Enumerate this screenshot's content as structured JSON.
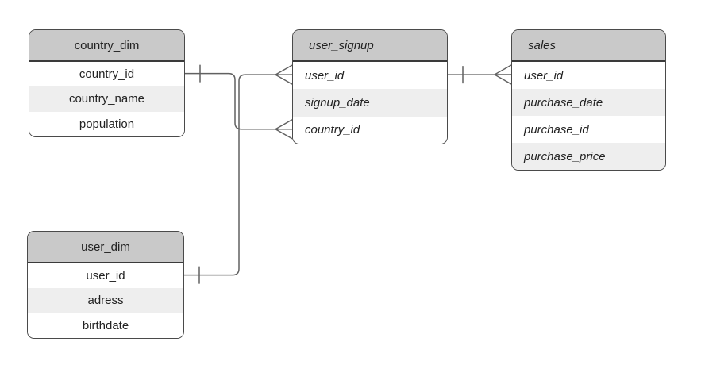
{
  "diagram": {
    "tables": [
      {
        "name": "country_dim",
        "style": "plain",
        "fields": [
          "country_id",
          "country_name",
          "population"
        ]
      },
      {
        "name": "user_dim",
        "style": "plain",
        "fields": [
          "user_id",
          "adress",
          "birthdate"
        ]
      },
      {
        "name": "user_signup",
        "style": "italic",
        "fields": [
          "user_id",
          "signup_date",
          "country_id"
        ]
      },
      {
        "name": "sales",
        "style": "italic",
        "fields": [
          "user_id",
          "purchase_date",
          "purchase_id",
          "purchase_price"
        ]
      }
    ],
    "relationships": [
      {
        "from": {
          "table": "country_dim",
          "field": "country_id",
          "cardinality": "one"
        },
        "to": {
          "table": "user_signup",
          "field": "country_id",
          "cardinality": "many"
        }
      },
      {
        "from": {
          "table": "user_dim",
          "field": "user_id",
          "cardinality": "one"
        },
        "to": {
          "table": "user_signup",
          "field": "user_id",
          "cardinality": "many"
        }
      },
      {
        "from": {
          "table": "user_signup",
          "field": "user_id",
          "cardinality": "one"
        },
        "to": {
          "table": "sales",
          "field": "user_id",
          "cardinality": "many"
        }
      }
    ],
    "colors": {
      "header_fill": "#c9c9c9",
      "row_fill": "#ffffff",
      "row_alt_fill": "#eeeeee",
      "table_border": "#4a4a4a",
      "line": "#616161",
      "text": "#222222"
    }
  }
}
